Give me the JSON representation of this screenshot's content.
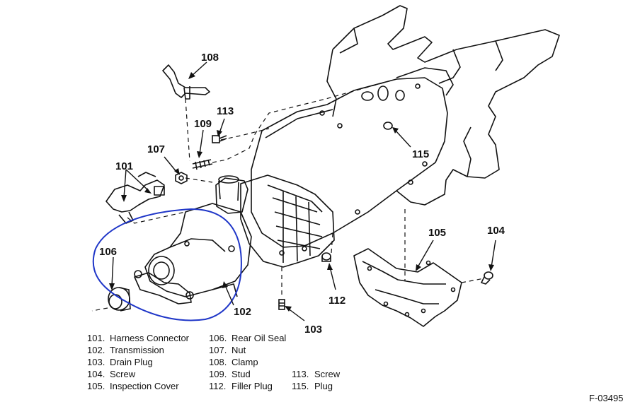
{
  "figure_id": "F-03495",
  "colors": {
    "ink": "#111111",
    "highlight_circle": "#1f36c8"
  },
  "callouts": {
    "c101": "101",
    "c102": "102",
    "c103": "103",
    "c104": "104",
    "c105": "105",
    "c106": "106",
    "c107": "107",
    "c108": "108",
    "c109": "109",
    "c112": "112",
    "c113": "113",
    "c115": "115"
  },
  "legend": {
    "col1": [
      {
        "num": "101.",
        "name": "Harness Connector"
      },
      {
        "num": "102.",
        "name": "Transmission"
      },
      {
        "num": "103.",
        "name": "Drain Plug"
      },
      {
        "num": "104.",
        "name": "Screw"
      },
      {
        "num": "105.",
        "name": "Inspection Cover"
      }
    ],
    "col2": [
      {
        "num": "106.",
        "name": "Rear Oil Seal"
      },
      {
        "num": "107.",
        "name": "Nut"
      },
      {
        "num": "108.",
        "name": "Clamp"
      },
      {
        "num": "109.",
        "name": "Stud"
      },
      {
        "num": "112.",
        "name": "Filler Plug"
      }
    ],
    "col3": [
      {
        "num": "113.",
        "name": "Screw"
      },
      {
        "num": "115.",
        "name": "Plug"
      }
    ]
  }
}
